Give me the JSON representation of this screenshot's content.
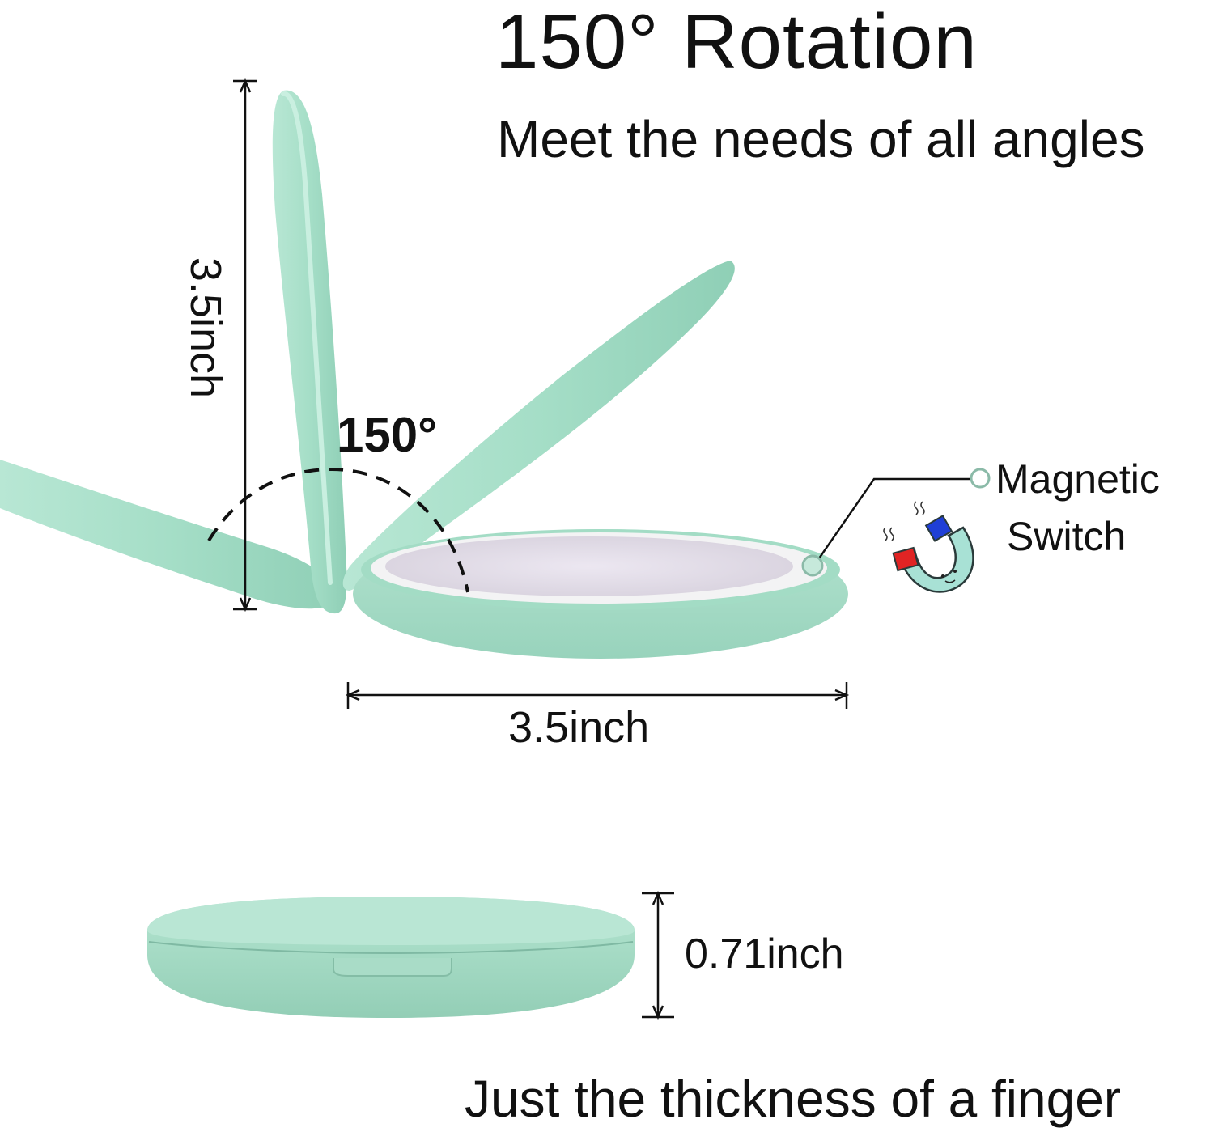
{
  "header": {
    "title": "150° Rotation",
    "subtitle": "Meet the needs of all angles"
  },
  "dimensions": {
    "height_label": "3.5inch",
    "width_label": "3.5inch",
    "thickness_label": "0.71inch"
  },
  "rotation": {
    "angle_label": "150°"
  },
  "callout": {
    "line1": "Magnetic",
    "line2": "Switch"
  },
  "footer": {
    "tagline": "Just the thickness of a finger"
  },
  "colors": {
    "mint": "#a7dfc9",
    "mint_dark": "#86c6ad",
    "mirror": "#e7e3ec",
    "magnet_red": "#e02424",
    "magnet_blue": "#1f3fd6"
  },
  "icons": [
    "magnet-icon"
  ]
}
